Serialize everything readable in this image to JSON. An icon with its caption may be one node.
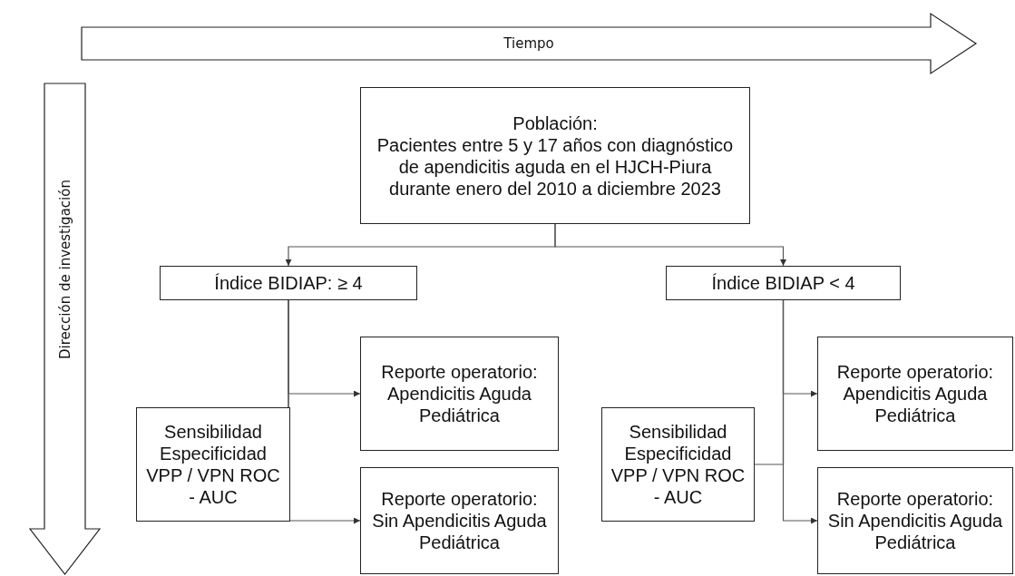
{
  "diagram": {
    "nodes": [
      {
        "text": [
          "Tiempo"
        ]
      },
      {
        "text": [
          "Dirección de investigación"
        ]
      },
      {
        "text": [
          "Población:",
          "Pacientes entre 5 y 17 años con diagnóstico de apendicitis aguda en el HJCH-Piura durante enero del 2010 a diciembre 2023"
        ]
      },
      {
        "text": [
          "Índice BIDIAP: ≥ 4"
        ]
      },
      {
        "text": [
          "Índice BIDIAP < 4"
        ]
      },
      {
        "text": [
          "Reporte operatorio: Apendicitis Aguda Pediátrica"
        ]
      },
      {
        "text": [
          "Sensibilidad Especificidad VPP / VPN ROC - AUC"
        ]
      },
      {
        "text": [
          "Reporte operatorio: Sin Apendicitis Aguda Pediátrica"
        ]
      },
      {
        "text": [
          "Reporte operatorio: Apendicitis Aguda Pediátrica"
        ]
      },
      {
        "text": [
          "Sensibilidad Especificidad VPP / VPN ROC - AUC"
        ]
      },
      {
        "text": [
          "Reporte operatorio: Sin Apendicitis Aguda Pediátrica"
        ]
      }
    ],
    "edges": [
      {
        "from": 2,
        "to": 3,
        "arrow": "to"
      },
      {
        "from": 2,
        "to": 4,
        "arrow": "to"
      },
      {
        "from": 3,
        "to": 5,
        "arrow": "to"
      },
      {
        "from": 3,
        "to": 7,
        "arrow": "to"
      },
      {
        "from": 3,
        "to": 6,
        "arrow": "none"
      },
      {
        "from": 4,
        "to": 8,
        "arrow": "to"
      },
      {
        "from": 4,
        "to": 10,
        "arrow": "to"
      },
      {
        "from": 4,
        "to": 9,
        "arrow": "none"
      }
    ]
  }
}
